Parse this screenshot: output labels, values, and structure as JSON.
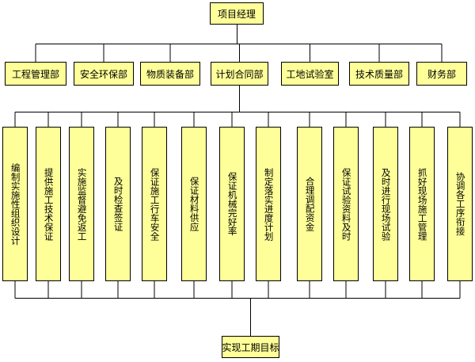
{
  "top": {
    "label": "项目经理"
  },
  "departments": [
    {
      "label": "工程管理部"
    },
    {
      "label": "安全环保部"
    },
    {
      "label": "物质装备部"
    },
    {
      "label": "计划合同部"
    },
    {
      "label": "工地试验室"
    },
    {
      "label": "技术质量部"
    },
    {
      "label": "财务部"
    }
  ],
  "tasks": [
    {
      "label": "编制实施性组织设计"
    },
    {
      "label": "提供施工技术保证"
    },
    {
      "label": "实施监督避免返工"
    },
    {
      "label": "及时检查签证"
    },
    {
      "label": "保证施工行车安全"
    },
    {
      "label": "保证材料供应"
    },
    {
      "label": "保证机械完好率"
    },
    {
      "label": "制定落实进度计划"
    },
    {
      "label": "合理调配资金"
    },
    {
      "label": "保证试验资料及时"
    },
    {
      "label": "及时进行现场试验"
    },
    {
      "label": "抓好现场施工管理"
    },
    {
      "label": "协调各工序衔接"
    }
  ],
  "goal": {
    "label": "实现工期目标"
  },
  "colors": {
    "box_fill": "#ffff99",
    "line": "#000000"
  }
}
